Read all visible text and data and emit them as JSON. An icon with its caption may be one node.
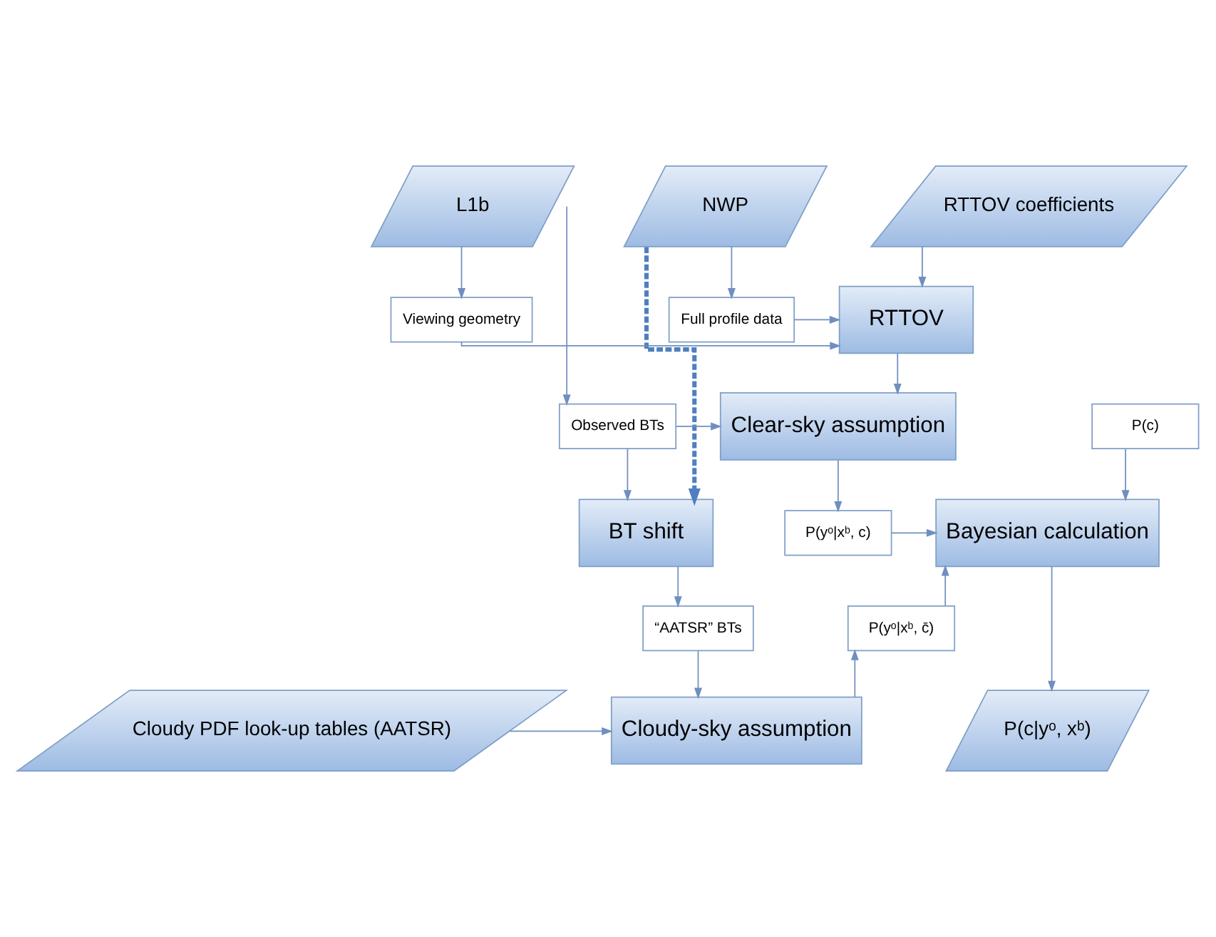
{
  "diagram": {
    "nodes": [
      {
        "text": [
          "L1b"
        ]
      },
      {
        "text": [
          "RTTOV coefficients"
        ]
      },
      {
        "text": [
          "NWP"
        ]
      },
      {
        "text": [
          "Viewing geometry"
        ]
      },
      {
        "text": [
          "RTTOV"
        ]
      },
      {
        "text": [
          "Full profile data"
        ]
      },
      {
        "text": [
          "Observed BTs"
        ]
      },
      {
        "text": [
          "Clear-sky assumption"
        ]
      },
      {
        "text": [
          "P(c)"
        ]
      },
      {
        "text": [
          "BT shift"
        ]
      },
      {
        "text": [
          "P(yᵒ|xᵇ, c)"
        ]
      },
      {
        "text": [
          "Bayesian calculation"
        ]
      },
      {
        "text": [
          "P(yᵒ|xᵇ, c̄)"
        ]
      },
      {
        "text": [
          "“AATSR” BTs"
        ]
      },
      {
        "text": [
          "Cloudy-sky assumption"
        ]
      },
      {
        "text": [
          "Cloudy PDF look-up tables (AATSR)"
        ]
      },
      {
        "text": [
          "P(c|yᵒ, xᵇ)"
        ]
      }
    ],
    "edges": [
      {
        "from": 0,
        "to": 3,
        "arrow": "to"
      },
      {
        "from": 0,
        "to": 6,
        "arrow": "to"
      },
      {
        "from": 1,
        "to": 4,
        "arrow": "to"
      },
      {
        "from": 2,
        "to": 5,
        "arrow": "to"
      },
      {
        "from": 3,
        "to": 4,
        "arrow": "to"
      },
      {
        "from": 5,
        "to": 4,
        "arrow": "to"
      },
      {
        "from": 4,
        "to": 7,
        "arrow": "to"
      },
      {
        "from": 6,
        "to": 7,
        "arrow": "to"
      },
      {
        "from": 6,
        "to": 9,
        "arrow": "to"
      },
      {
        "from": 2,
        "to": 9,
        "arrow": "to",
        "style": "dashed",
        "color": "#4f7fbf"
      },
      {
        "from": 7,
        "to": 10,
        "arrow": "to"
      },
      {
        "from": 8,
        "to": 11,
        "arrow": "to"
      },
      {
        "from": 10,
        "to": 11,
        "arrow": "to"
      },
      {
        "from": 12,
        "to": 11,
        "arrow": "to"
      },
      {
        "from": 9,
        "to": 13,
        "arrow": "to"
      },
      {
        "from": 13,
        "to": 14,
        "arrow": "to"
      },
      {
        "from": 14,
        "to": 12,
        "arrow": "to"
      },
      {
        "from": 15,
        "to": 14,
        "arrow": "to"
      },
      {
        "from": 11,
        "to": 16,
        "arrow": "to"
      }
    ]
  }
}
